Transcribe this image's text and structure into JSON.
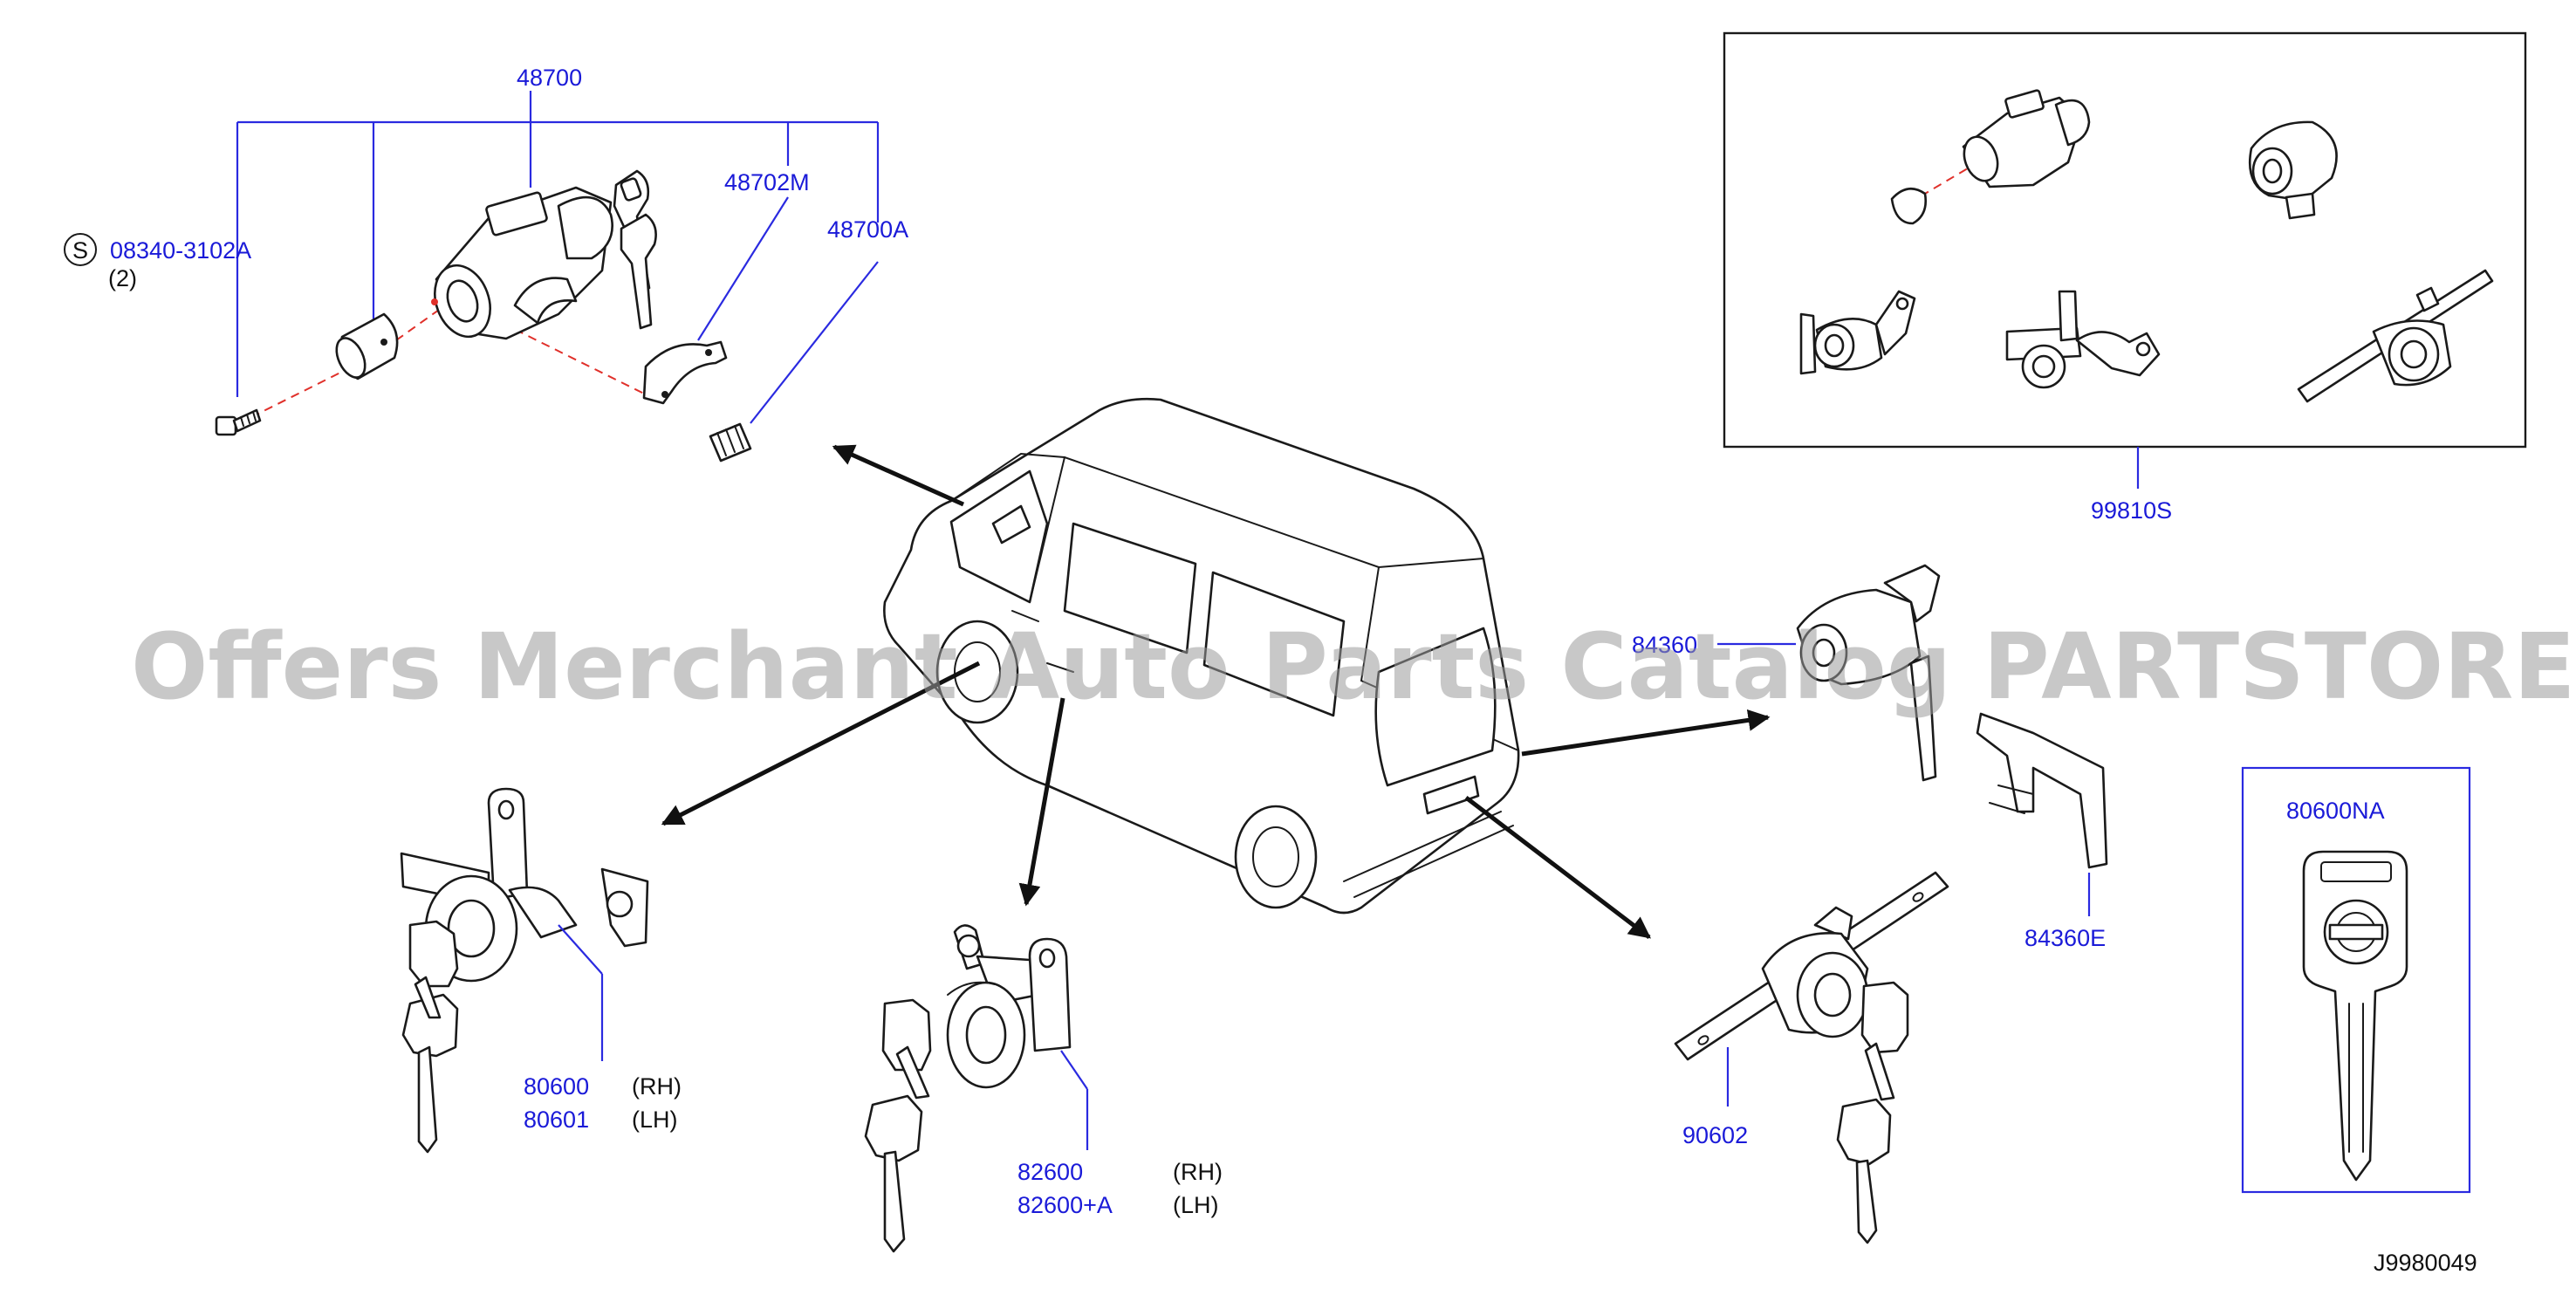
{
  "diagram": {
    "watermark": "Offers Merchant Auto Parts Catalog PARTSTORE.SA",
    "drawing_code": "J9980049",
    "colors": {
      "part_number_text": "#1a1ad8",
      "leader_line": "#2a2ae0",
      "phantom_line": "#e0302a",
      "outline": "#1a1a1a"
    },
    "labels": {
      "p48700": "48700",
      "p48702M": "48702M",
      "p48700A": "48700A",
      "bolt_symbol": "S",
      "bolt_part": "08340-3102A",
      "bolt_qty": "(2)",
      "kit": "99810S",
      "p84360": "84360",
      "p84360E": "84360E",
      "blank_key": "80600NA",
      "p80600": "80600",
      "p80601": "80601",
      "p82600": "82600",
      "p82600A": "82600+A",
      "p90602": "90602",
      "rh1": "(RH)",
      "lh1": "(LH)",
      "rh2": "(RH)",
      "lh2": "(LH)"
    }
  }
}
